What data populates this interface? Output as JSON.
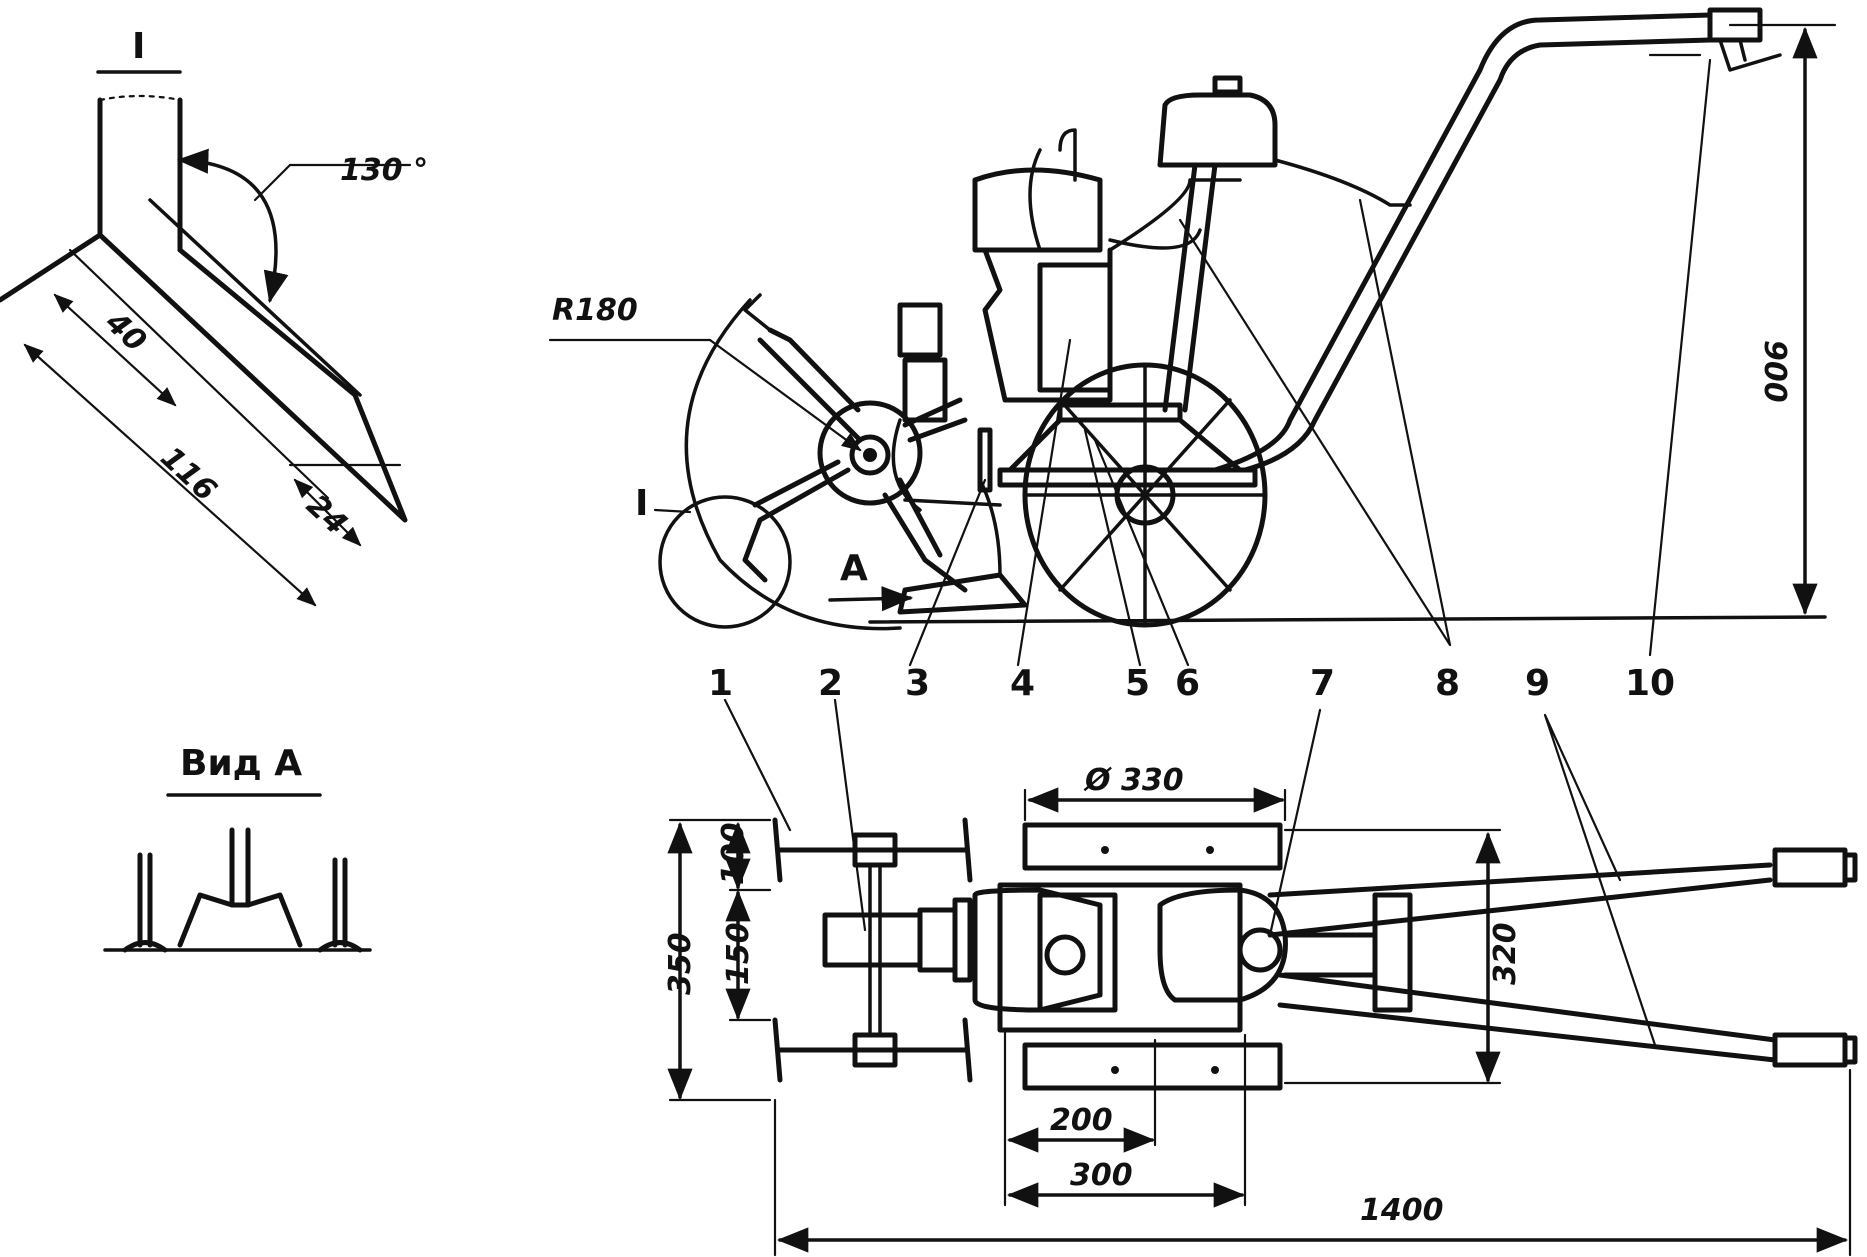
{
  "section_label": "I",
  "detail_label": "I",
  "angle": "130 °",
  "radius": "R180",
  "arrow_label": "A",
  "view_title": "Вид А",
  "detail_dims": {
    "d40": "40",
    "d116": "116",
    "d24": "24"
  },
  "side_dims": {
    "height": "900"
  },
  "top_dims": {
    "diameter": "Ø 330",
    "d100": "100",
    "d150": "150",
    "d350": "350",
    "d320": "320",
    "d200": "200",
    "d300": "300",
    "d1400": "1400"
  },
  "callouts": [
    "1",
    "2",
    "3",
    "4",
    "5",
    "6",
    "7",
    "8",
    "9",
    "10"
  ]
}
